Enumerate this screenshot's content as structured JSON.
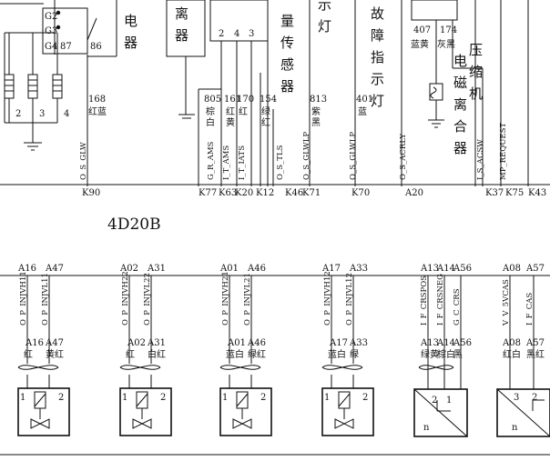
{
  "top": {
    "ground_labels": [
      "G2",
      "G3",
      "G4"
    ],
    "relay_pins": [
      "87",
      "86"
    ],
    "relay_label": "电\n器",
    "fuse_numbers": [
      "2",
      "3",
      "4"
    ],
    "wire_168": {
      "num": "168",
      "color": "红蓝"
    },
    "components": [
      {
        "text": "离\n器"
      },
      {
        "text": "量\n传\n感\n器"
      },
      {
        "text": "示\n灯"
      },
      {
        "text": "故\n障\n指\n示\n灯"
      },
      {
        "text": "电\n磁\n离\n合\n器"
      },
      {
        "text": "压\n缩\n机"
      }
    ],
    "sensor_pins": [
      "2",
      "4",
      "3"
    ],
    "wires": [
      {
        "num": "805",
        "color": "棕\n白"
      },
      {
        "num": "161",
        "color": "红\n黄"
      },
      {
        "num": "170",
        "color": "红"
      },
      {
        "num": "154",
        "color": "绿\n红"
      },
      {
        "num": "813",
        "color": "紫\n黑"
      },
      {
        "num": "401",
        "color": "蓝"
      },
      {
        "num": "407",
        "color": "蓝黄"
      },
      {
        "num": "174",
        "color": "灰黑"
      }
    ],
    "signals": [
      "O_S_GLW",
      "G_R_AMS",
      "I_T_AMS",
      "I_T_IATS",
      "O_S_TLS",
      "O_S_GLWLP",
      "O_S_GLWLP",
      "O_S_ACRLY",
      "I_S_ACSW",
      "MP_REQUEST"
    ],
    "pins": [
      "K90",
      "K77",
      "K63",
      "K20",
      "K12",
      "K46",
      "K71",
      "K70",
      "A20",
      "K37",
      "K75",
      "K43"
    ]
  },
  "section_title": "4D20B",
  "injectors": [
    {
      "pin_a": "A16",
      "pin_b": "A47",
      "sig_a": "O_P_INJVH11",
      "sig_b": "O_P_INJVL11",
      "col_a": "红",
      "col_b": "黄红"
    },
    {
      "pin_a": "A02",
      "pin_b": "A31",
      "sig_a": "O_P_INJVH22",
      "sig_b": "O_P_INJVL22",
      "col_a": "红",
      "col_b": "白红"
    },
    {
      "pin_a": "A01",
      "pin_b": "A46",
      "sig_a": "O_P_INJVH21",
      "sig_b": "O_P_INJVL21",
      "col_a": "蓝白",
      "col_b": "绿红"
    },
    {
      "pin_a": "A17",
      "pin_b": "A33",
      "sig_a": "O_P_INJVH12",
      "sig_b": "O_P_INJVL12",
      "col_a": "蓝白",
      "col_b": "绿"
    }
  ],
  "sensor1": {
    "pins": [
      "A13",
      "A14",
      "A56"
    ],
    "signals": [
      "I_F_CRSPOS",
      "I_F_CRSNEG",
      "G_C_CRS"
    ],
    "colors": [
      "绿黄",
      "棕白",
      "黑"
    ],
    "inner_pins": [
      "2",
      "1"
    ],
    "inner_label": "n"
  },
  "sensor2": {
    "pins": [
      "A08",
      "A57"
    ],
    "signals": [
      "V_V_5VCAS",
      "I_F_CAS"
    ],
    "colors": [
      "红白",
      "黑红"
    ],
    "inner_pins": [
      "3",
      "2"
    ],
    "inner_label": "n"
  },
  "injector_inner_pins": [
    "1",
    "2"
  ]
}
